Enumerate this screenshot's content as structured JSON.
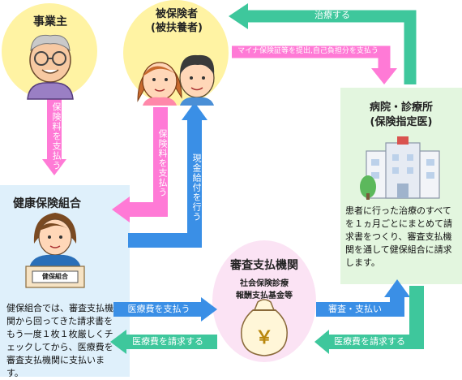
{
  "nodes": {
    "employer": {
      "title": "事業主"
    },
    "insured": {
      "title": "被保険者",
      "subtitle": "(被扶養者)"
    },
    "hospital": {
      "title": "病院・診療所",
      "subtitle": "(保険指定医)"
    },
    "union": {
      "title": "健康保険組合",
      "badge": "健保組合"
    },
    "audit": {
      "title": "審査支払機関",
      "subtitle_1": "社会保険診療",
      "subtitle_2": "報酬支払基金等"
    }
  },
  "arrows": {
    "treatment": "治療する",
    "card_pay": "マイナ保険証等を提出,自己負担分を支払う",
    "employer_premium": "保険料を支払う",
    "insured_premium": "保険料を支払う",
    "cash_benefit": "現金給付を行う",
    "pay_medical": "医療費を支払う",
    "audit_pay": "審査・支払い",
    "claim_to_union": "医療費を請求する",
    "claim_from_hospital": "医療費を請求する"
  },
  "descriptions": {
    "hospital": "患者に行った治療のすべてを１ヵ月ごとにまとめて請求書をつくり、審査支払機関を通して健保組合に請求します。",
    "union": "健保組合では、審査支払機関から回ってきた請求書をもう一度１枚１枚厳しくチェックしてから、医療費を審査支払機関に支払います。"
  },
  "money_symbol": "￥",
  "colors": {
    "circle_yellow": "#fff3a3",
    "union_bg": "#dff0fb",
    "hospital_bg": "#e3f6df",
    "audit_bg": "#fbe3f4",
    "arrow_green": "#3ec79c",
    "arrow_pink": "#ff7ad6",
    "arrow_blue": "#3a8fe6"
  }
}
